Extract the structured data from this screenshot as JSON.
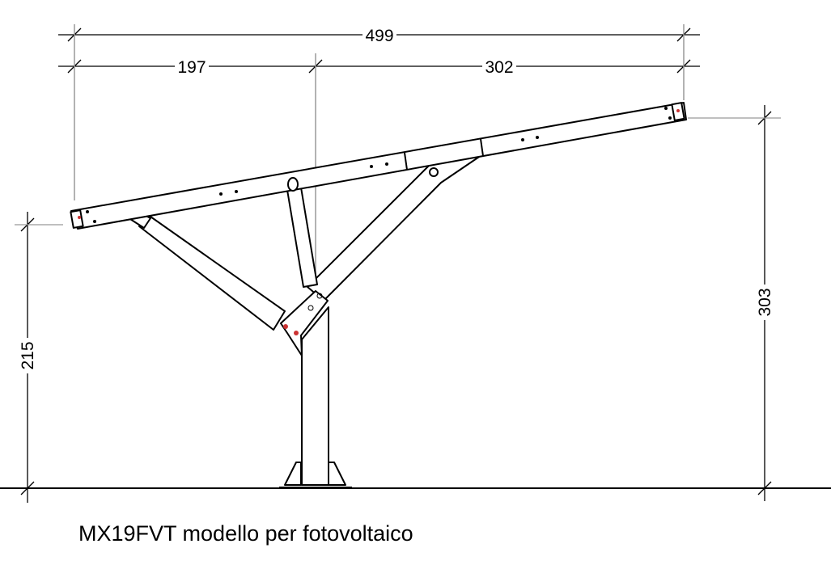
{
  "dimensions": {
    "total_width": "499",
    "left_width": "197",
    "right_width": "302",
    "left_height": "215",
    "right_height": "303"
  },
  "caption": "MX19FVT modello per fotovoltaico",
  "colors": {
    "line": "#000000",
    "extension": "#999999",
    "bolt": "#cc2222"
  }
}
